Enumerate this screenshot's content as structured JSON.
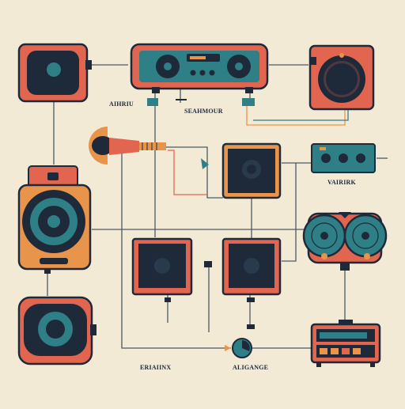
{
  "diagram": {
    "labels": {
      "top_left": "AIHRIU",
      "top_center": "SEAHMOUR",
      "right_mid": "VAIRIRK",
      "bottom_left": "ERIAIINX",
      "bottom_center": "ALIGANGE"
    }
  },
  "colors": {
    "background": "#f3ead6",
    "navy": "#1e2a3a",
    "coral": "#e2664f",
    "teal": "#2f7f86",
    "orange": "#e8944b",
    "wire": "#4a5a66"
  }
}
